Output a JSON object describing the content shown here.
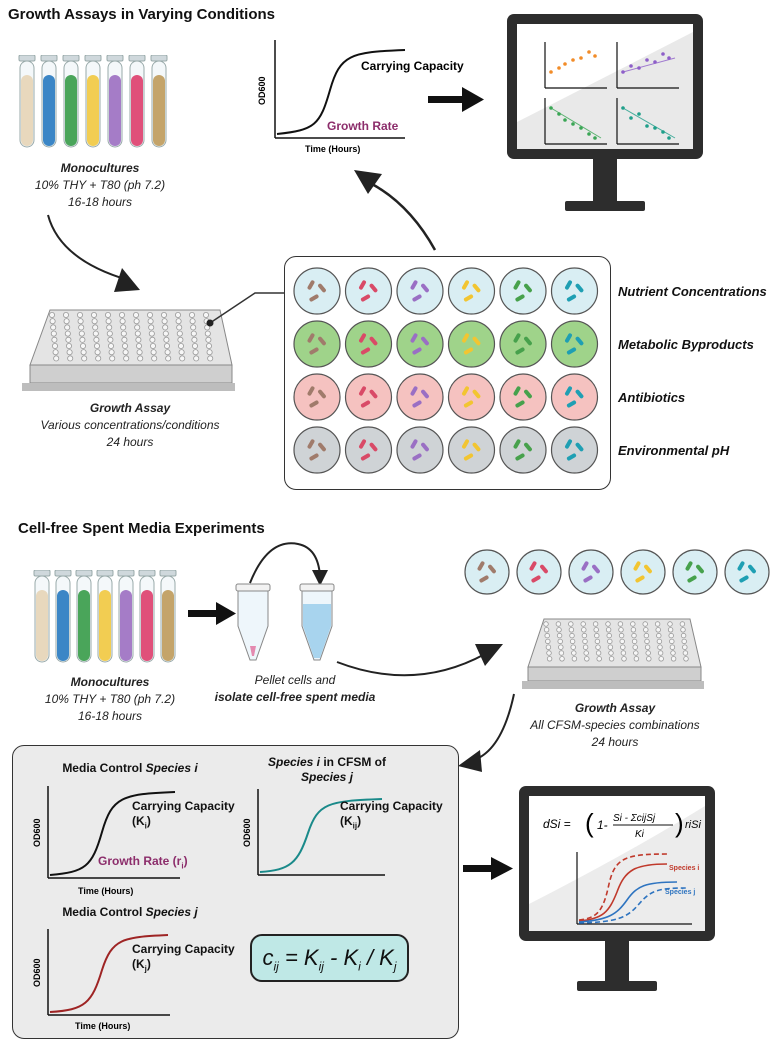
{
  "section1": {
    "title": "Growth Assays in Varying Conditions",
    "monocultures": {
      "title": "Monocultures",
      "line1": "10% THY + T80 (ph 7.2)",
      "line2": "16-18 hours"
    },
    "growth_curve": {
      "ylabel": "OD600",
      "xlabel": "Time (Hours)",
      "carrying_capacity": "Carrying Capacity",
      "growth_rate": "Growth Rate"
    },
    "growth_assay": {
      "title": "Growth Assay",
      "line1": "Various concentrations/conditions",
      "line2": "24 hours"
    },
    "rows": [
      "Nutrient Concentrations",
      "Metabolic Byproducts",
      "Antibiotics",
      "Environmental pH"
    ],
    "row_colors": [
      "#d9eef3",
      "#9fd38a",
      "#f5c2c0",
      "#cfd3d6"
    ],
    "species_colors": [
      "#a07b6b",
      "#d94a67",
      "#9a6fc4",
      "#f2c531",
      "#47a14c",
      "#1f9fb3"
    ],
    "tube_colors": [
      "#e8d8bd",
      "#3b86c6",
      "#4aa55a",
      "#f2cd52",
      "#a57cc7",
      "#e0507a",
      "#c4a46a"
    ]
  },
  "section2": {
    "title": "Cell-free Spent Media Experiments",
    "monocultures": {
      "title": "Monocultures",
      "line1": "10% THY + T80 (ph 7.2)",
      "line2": "16-18 hours"
    },
    "pellet": {
      "line1": "Pellet cells and",
      "line2": "isolate cell-free spent media"
    },
    "growth_assay": {
      "title": "Growth Assay",
      "line1": "All CFSM-species combinations",
      "line2": "24 hours"
    },
    "plot_i": {
      "title_a": "Media Control ",
      "title_b": "Species i",
      "ylabel": "OD600",
      "xlabel": "Time (Hours)",
      "cc": "Carrying Capacity",
      "k": "(K",
      "k_sub": "i",
      "k_end": ")",
      "gr": "Growth Rate (r",
      "gr_sub": "i",
      "gr_end": ")"
    },
    "plot_ij": {
      "title_a": "Species i",
      "title_b": " in CFSM of",
      "title_c": "Species j",
      "ylabel": "OD600",
      "cc": "Carrying Capacity",
      "k": "(K",
      "k_sub": "ij",
      "k_end": ")"
    },
    "plot_j": {
      "title_a": "Media Control ",
      "title_b": "Species j",
      "ylabel": "OD600",
      "xlabel": "Time (Hours)",
      "cc": "Carrying Capacity",
      "k": "(K",
      "k_sub": "j",
      "k_end": ")"
    },
    "equation": {
      "c": "c",
      "c_sub": "ij",
      "mid": " = K",
      "k1_sub": "ij",
      "rest": " - K",
      "k2_sub": "i",
      "slash": " / K",
      "k3_sub": "j"
    },
    "monitor_eq": {
      "lhs": "dSi =",
      "num": "Si - ΣcijSj",
      "den": "Ki",
      "one": "1-",
      "tail": "riSi",
      "species_i": "Species i",
      "species_j": "Species j"
    }
  }
}
